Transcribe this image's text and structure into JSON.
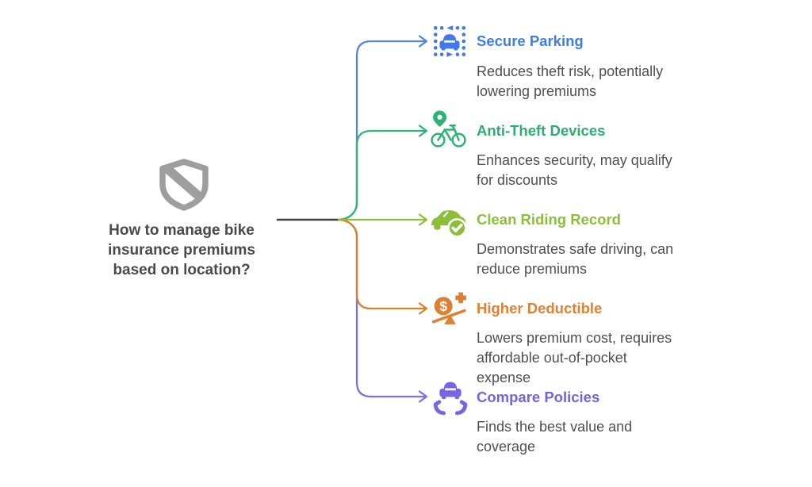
{
  "center": {
    "title": "How to manage bike\ninsurance premiums\nbased on location?",
    "icon": "shield-slash-icon",
    "icon_color": "#9e9e9e",
    "text_color": "#4a4a4a"
  },
  "trunk": {
    "color": "#3f3f3f"
  },
  "branches": [
    {
      "label": "Secure Parking",
      "description": "Reduces theft risk, potentially\nlowering premiums",
      "color": "#3e7de8",
      "icon": "parking-sensor-car-icon"
    },
    {
      "label": "Anti-Theft Devices",
      "description": "Enhances security, may qualify\nfor discounts",
      "color": "#2bae70",
      "icon": "bike-location-pin-icon"
    },
    {
      "label": "Clean Riding Record",
      "description": "Demonstrates safe driving, can\nreduce premiums",
      "color": "#8cbe3a",
      "icon": "car-check-icon"
    },
    {
      "label": "Higher Deductible",
      "description": "Lowers premium cost, requires\naffordable out-of-pocket\nexpense",
      "color": "#e08030",
      "icon": "dollar-balance-plus-icon"
    },
    {
      "label": "Compare Policies",
      "description": "Finds the best value and\ncoverage",
      "color": "#7463e0",
      "icon": "car-in-hands-icon"
    }
  ]
}
